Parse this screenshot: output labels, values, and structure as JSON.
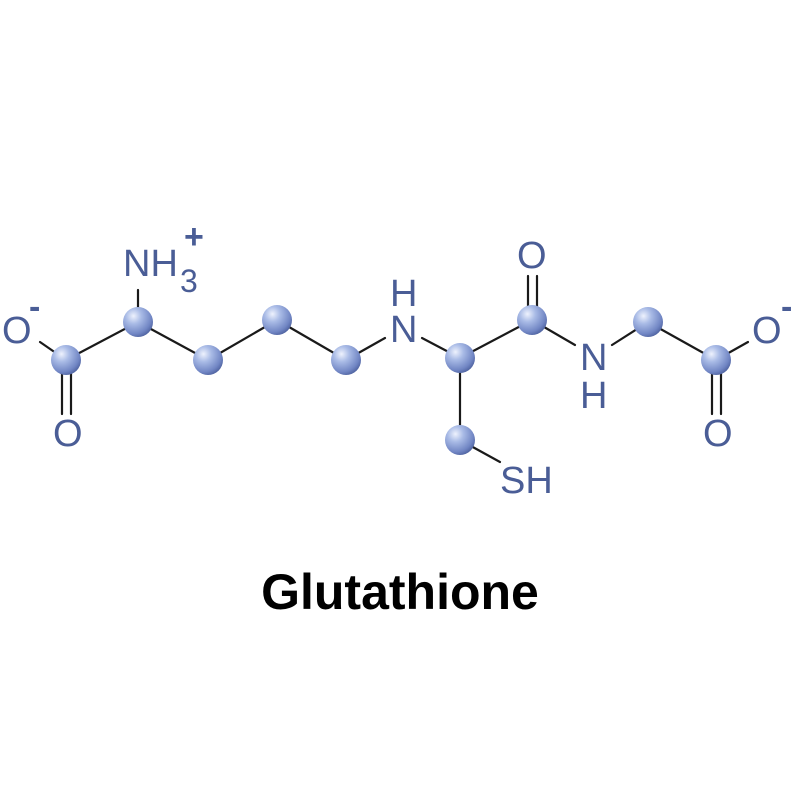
{
  "title": "Glutathione",
  "labels": {
    "o_minus_left": "O",
    "minus_left": "-",
    "o_left_bottom": "O",
    "nh": "NH",
    "nh_sub": "3",
    "nh_charge": "+",
    "amide1_h": "H",
    "amide1_n": "N",
    "o_top": "O",
    "amide2_n": "N",
    "amide2_h": "H",
    "sh": "SH",
    "o_minus_right": "O",
    "minus_right": "-",
    "o_right_bottom": "O"
  },
  "colors": {
    "atom_label": "#4a5d96",
    "sphere_light": "#dfe7fb",
    "sphere_mid": "#93a8dc",
    "sphere_dark": "#4a5d96",
    "bond": "#1a1a1a",
    "title": "#000000"
  }
}
